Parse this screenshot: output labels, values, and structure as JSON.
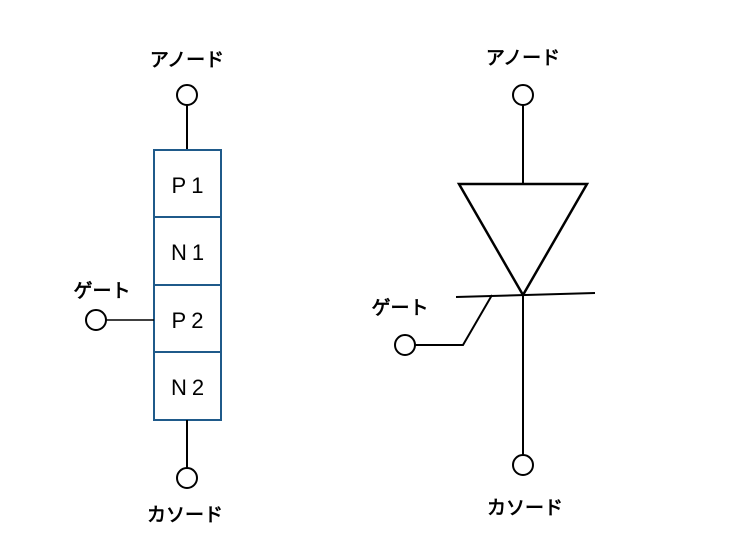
{
  "left_diagram": {
    "anode_label": "アノード",
    "gate_label": "ゲート",
    "cathode_label": "カソード",
    "layers": [
      "P1",
      "N1",
      "P2",
      "N2"
    ],
    "layer_border_color": "#1f5a8a"
  },
  "right_diagram": {
    "anode_label": "アノード",
    "gate_label": "ゲート",
    "cathode_label": "カソード",
    "symbol": "thyristor"
  }
}
